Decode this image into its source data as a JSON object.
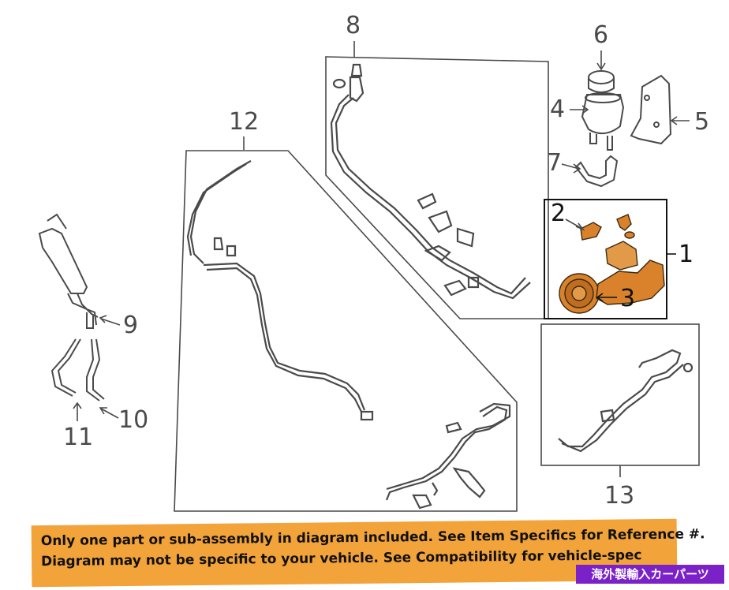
{
  "callouts": {
    "c1": "1",
    "c2": "2",
    "c3": "3",
    "c4": "4",
    "c5": "5",
    "c6": "6",
    "c7": "7",
    "c8": "8",
    "c9": "9",
    "c10": "10",
    "c11": "11",
    "c12": "12",
    "c13": "13"
  },
  "banner": {
    "line1": "Only one part or sub-assembly in diagram included. See Item Specifics for Reference #.",
    "line2": "Diagram may not be specific to your vehicle. See Compatibility for vehicle-spec"
  },
  "badge": {
    "text": "海外製輸入カーパーツ"
  },
  "colors": {
    "line": "#4a4a4a",
    "highlight_part": "#d9822b",
    "banner_bg": "#f2a33a",
    "badge_bg": "#7a22c8"
  }
}
